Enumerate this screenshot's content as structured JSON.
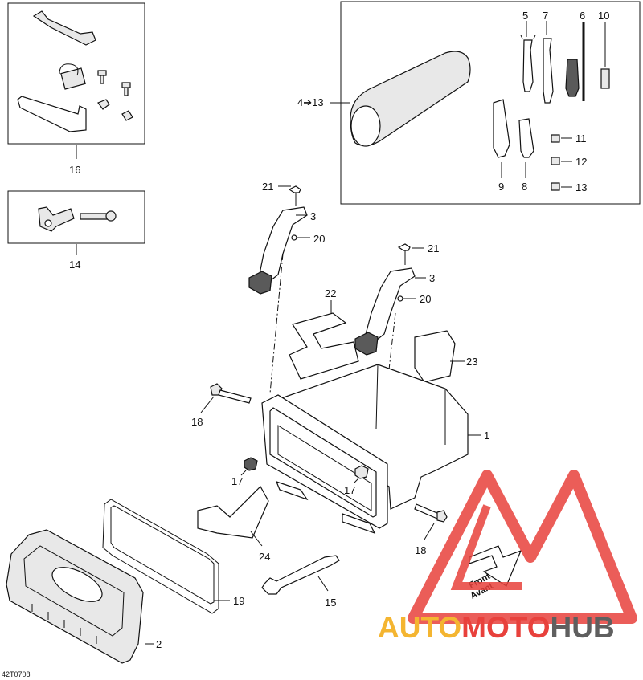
{
  "diagram": {
    "drawing_code": "42T0708",
    "callouts": {
      "c1": "1",
      "c2": "2",
      "c3a": "3",
      "c3b": "3",
      "c4_13": "4➔13",
      "c5": "5",
      "c6": "6",
      "c7": "7",
      "c8": "8",
      "c9": "9",
      "c10": "10",
      "c11": "11",
      "c12": "12",
      "c13": "13",
      "c14": "14",
      "c15": "15",
      "c16": "16",
      "c17a": "17",
      "c17b": "17",
      "c18a": "18",
      "c18b": "18",
      "c19": "19",
      "c20a": "20",
      "c20b": "20",
      "c21a": "21",
      "c21b": "21",
      "c22": "22",
      "c23": "23",
      "c24": "24"
    },
    "arrow_label": {
      "line1": "Front",
      "line2": "Avant"
    }
  },
  "watermark": {
    "brand_part1": "AUTO",
    "brand_part2": "MOTO",
    "brand_part3": "HUB",
    "color_red": "#e8413c",
    "color_yellow": "#f4b531",
    "color_gray": "#5f5f5f"
  }
}
